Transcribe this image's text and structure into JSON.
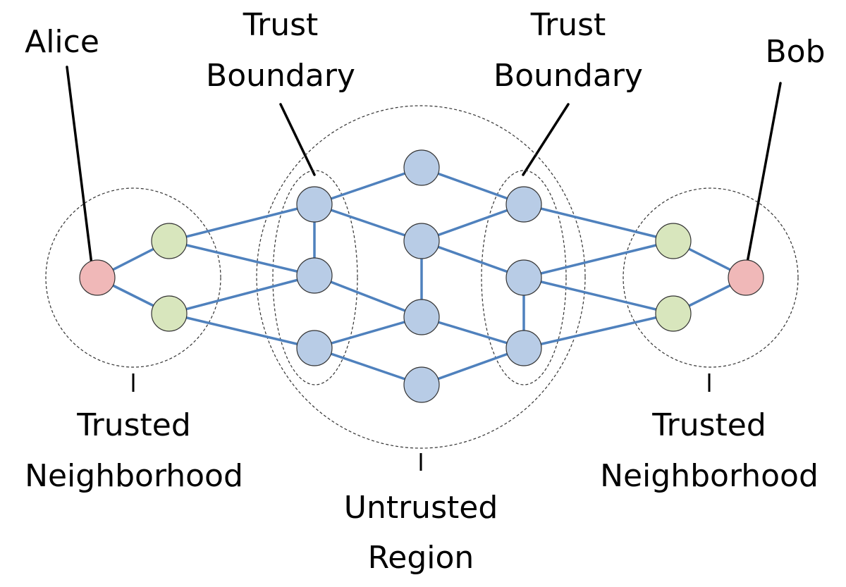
{
  "labels": {
    "alice": "Alice",
    "bob": "Bob",
    "trust_boundary_left": [
      "Trust",
      "Boundary"
    ],
    "trust_boundary_right": [
      "Trust",
      "Boundary"
    ],
    "trusted_neighborhood_left": [
      "Trusted",
      "Neighborhood"
    ],
    "trusted_neighborhood_right": [
      "Trusted",
      "Neighborhood"
    ],
    "untrusted_region": [
      "Untrusted",
      "Region"
    ]
  },
  "colors": {
    "endpoint_fill": "#f0b8b8",
    "neighbor_fill": "#d8e6bd",
    "network_fill": "#b8cce6",
    "edge": "#4f81bd",
    "pointer": "#000000"
  },
  "nodes": [
    {
      "id": "alice",
      "group": "endpoint"
    },
    {
      "id": "nl1",
      "group": "neighbor"
    },
    {
      "id": "nl2",
      "group": "neighbor"
    },
    {
      "id": "b1",
      "group": "network"
    },
    {
      "id": "b2",
      "group": "network"
    },
    {
      "id": "b3",
      "group": "network"
    },
    {
      "id": "m1",
      "group": "network"
    },
    {
      "id": "m2",
      "group": "network"
    },
    {
      "id": "m3",
      "group": "network"
    },
    {
      "id": "m4",
      "group": "network"
    },
    {
      "id": "c1",
      "group": "network"
    },
    {
      "id": "c2",
      "group": "network"
    },
    {
      "id": "c3",
      "group": "network"
    },
    {
      "id": "nr1",
      "group": "neighbor"
    },
    {
      "id": "nr2",
      "group": "neighbor"
    },
    {
      "id": "bob",
      "group": "endpoint"
    }
  ],
  "edges": [
    [
      "alice",
      "nl1"
    ],
    [
      "alice",
      "nl2"
    ],
    [
      "nl1",
      "b1"
    ],
    [
      "nl1",
      "b2"
    ],
    [
      "nl2",
      "b2"
    ],
    [
      "nl2",
      "b3"
    ],
    [
      "b1",
      "b2"
    ],
    [
      "b1",
      "m1"
    ],
    [
      "b1",
      "m2"
    ],
    [
      "b2",
      "m3"
    ],
    [
      "b3",
      "m3"
    ],
    [
      "b3",
      "m4"
    ],
    [
      "m1",
      "c1"
    ],
    [
      "m2",
      "c1"
    ],
    [
      "m2",
      "m3"
    ],
    [
      "m2",
      "c2"
    ],
    [
      "m3",
      "c3"
    ],
    [
      "m4",
      "c3"
    ],
    [
      "c2",
      "c3"
    ],
    [
      "c1",
      "nr1"
    ],
    [
      "c2",
      "nr1"
    ],
    [
      "c2",
      "nr2"
    ],
    [
      "c3",
      "nr2"
    ],
    [
      "nr1",
      "bob"
    ],
    [
      "nr2",
      "bob"
    ]
  ]
}
